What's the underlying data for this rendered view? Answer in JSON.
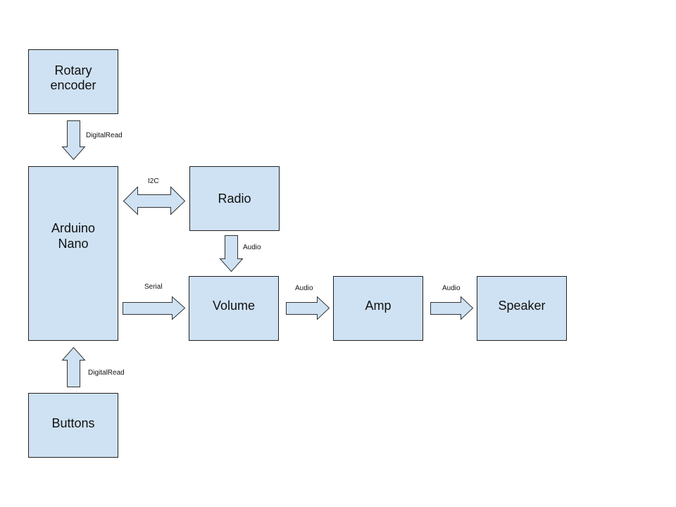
{
  "colors": {
    "box_fill": "#cfe2f3",
    "arrow_fill": "#cfe2f3",
    "stroke": "#222222"
  },
  "nodes": {
    "rotary_encoder": {
      "lines": [
        "Rotary",
        "encoder"
      ]
    },
    "arduino_nano": {
      "lines": [
        "Arduino",
        "Nano"
      ]
    },
    "buttons": {
      "lines": [
        "Buttons"
      ]
    },
    "radio": {
      "lines": [
        "Radio"
      ]
    },
    "volume": {
      "lines": [
        "Volume"
      ]
    },
    "amp": {
      "lines": [
        "Amp"
      ]
    },
    "speaker": {
      "lines": [
        "Speaker"
      ]
    }
  },
  "edges": {
    "encoder_to_nano": {
      "from": "Rotary encoder",
      "to": "Arduino Nano",
      "label": "DigitalRead"
    },
    "buttons_to_nano": {
      "from": "Buttons",
      "to": "Arduino Nano",
      "label": "DigitalRead"
    },
    "nano_radio": {
      "from": "Arduino Nano",
      "to": "Radio",
      "label": "I2C",
      "bidirectional": true
    },
    "nano_to_volume": {
      "from": "Arduino Nano",
      "to": "Volume",
      "label": "Serial"
    },
    "radio_to_volume": {
      "from": "Radio",
      "to": "Volume",
      "label": "Audio"
    },
    "volume_to_amp": {
      "from": "Volume",
      "to": "Amp",
      "label": "Audio"
    },
    "amp_to_speaker": {
      "from": "Amp",
      "to": "Speaker",
      "label": "Audio"
    }
  }
}
